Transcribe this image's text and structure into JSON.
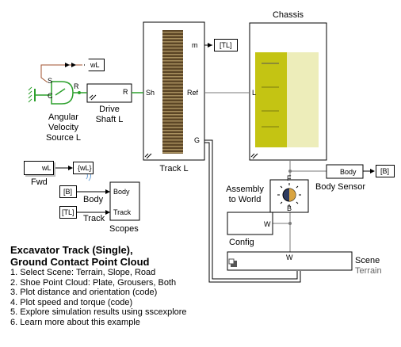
{
  "diagram": {
    "blocks": {
      "track": {
        "name": "Track L",
        "ports": {
          "sh": "Sh",
          "ref": "Ref",
          "m": "m",
          "g": "G"
        }
      },
      "chassis": {
        "name": "Chassis",
        "ports": {
          "l": "L"
        }
      },
      "drive_shaft": {
        "name_line1": "Drive",
        "name_line2": "Shaft L",
        "ports": {
          "r": "R"
        }
      },
      "velocity_source": {
        "name_line1": "Angular",
        "name_line2": "Velocity",
        "name_line3": "Source L",
        "ports": {
          "s": "S",
          "r": "R",
          "c": "C"
        }
      },
      "fwd": {
        "name": "Fwd",
        "value": "wL"
      },
      "scopes": {
        "name": "Scopes",
        "ports": {
          "body": "Body",
          "track": "Track"
        }
      },
      "assembly_to_world": {
        "name_line1": "Assembly",
        "name_line2": "to World",
        "ports": {
          "f": "F",
          "b": "B"
        }
      },
      "config": {
        "name": "Config",
        "value": "W"
      },
      "body_sensor": {
        "name": "Body Sensor",
        "port": "Body"
      },
      "scene": {
        "name": "Scene",
        "subtitle": "Terrain",
        "port": "W"
      }
    },
    "tags": {
      "wl_goto_top": "wL",
      "wl_goto_fwd": "wL",
      "tl_goto": "TL",
      "b_goto": "B",
      "b_from": "B",
      "tl_from": "TL"
    },
    "signal_labels": {
      "body": "Body",
      "track": "Track"
    },
    "description": {
      "title_line1": "Excavator Track (Single),",
      "title_line2": "Ground Contact Point Cloud",
      "items": [
        "1. Select Scene: Terrain, Slope, Road",
        "2. Shoe Point Cloud: Plate, Grousers, Both",
        "3. Plot distance and orientation (code)",
        "4. Plot speed and torque (code)",
        "5. Explore simulation results using sscexplore",
        "6. Learn more about this example"
      ]
    },
    "colors": {
      "physical_line": "#7a7a7a",
      "rotational_line": "#2ca02c",
      "signal_line": "#000000",
      "source_line": "#a0522d",
      "chassis_body": "#c4c413",
      "track_body": "#5e4a2a"
    }
  }
}
